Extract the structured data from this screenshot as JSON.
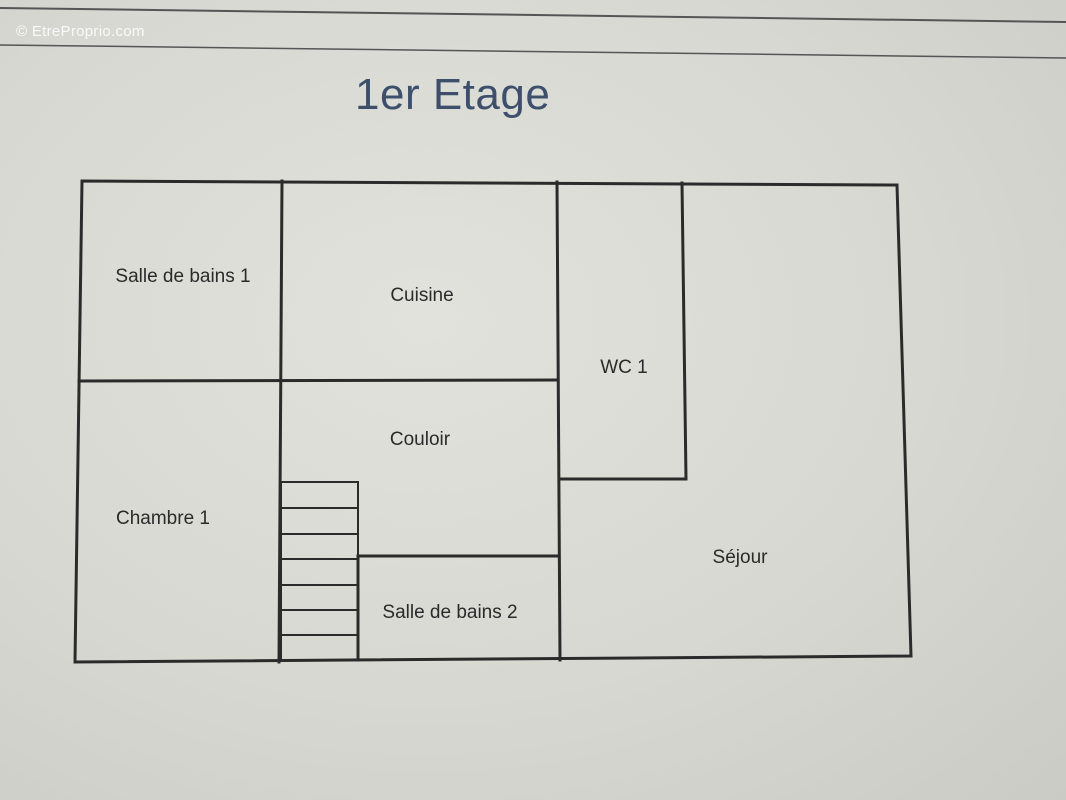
{
  "watermark": "© EtreProprio.com",
  "title": "1er Etage",
  "colors": {
    "wall": "#2b2b2b",
    "title": "#3e4f6c",
    "paper": "#d8d8d2"
  },
  "rooms": {
    "salle_de_bains_1": "Salle de bains 1",
    "cuisine": "Cuisine",
    "wc_1": "WC 1",
    "couloir": "Couloir",
    "chambre_1": "Chambre 1",
    "sejour": "Séjour",
    "salle_de_bains_2": "Salle de bains 2"
  }
}
